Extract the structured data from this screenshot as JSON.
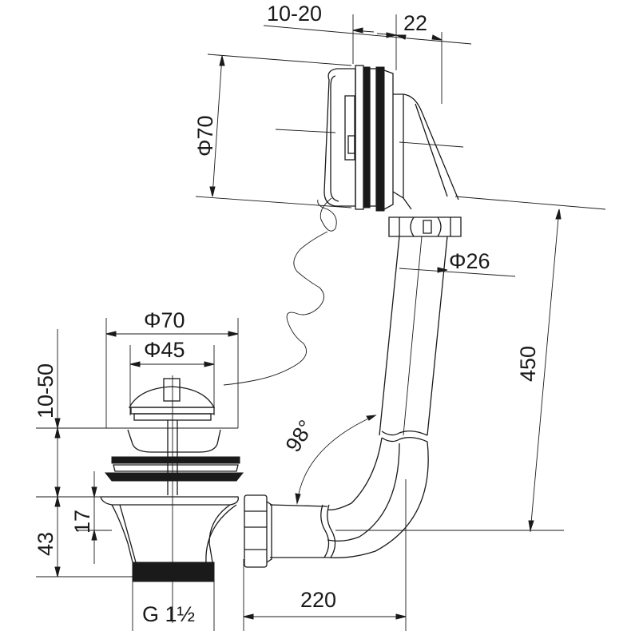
{
  "dimensions": {
    "top_overflow_range": "10-20",
    "top_overflow_depth": "22",
    "overflow_diameter": "Φ70",
    "pipe_diameter": "Φ26",
    "overflow_height": "450",
    "waste_outer_diameter": "Φ70",
    "waste_inner_diameter": "Φ45",
    "waste_range": "10-50",
    "bend_angle": "98°",
    "outlet_offset": "17",
    "outlet_height": "43",
    "horizontal_length": "220",
    "thread_size": "G 1½"
  }
}
